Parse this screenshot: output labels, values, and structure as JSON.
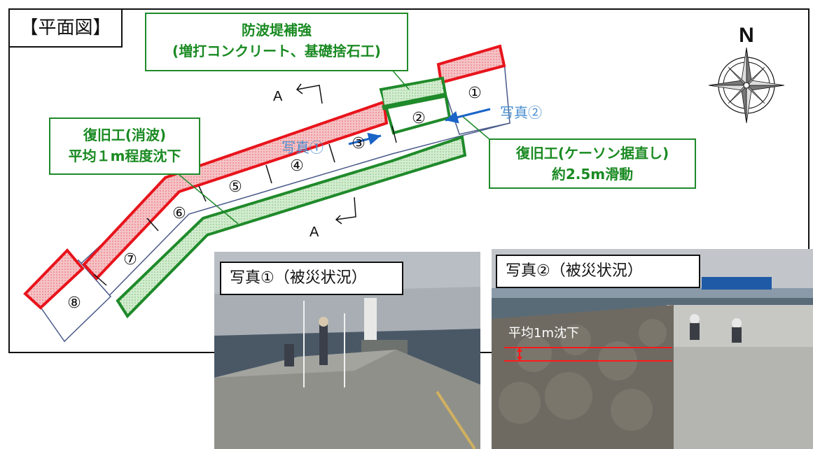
{
  "plan": {
    "title": "【平面図】",
    "north_label": "N",
    "section_labels": [
      "A",
      "A"
    ],
    "caisson_numbers": [
      "①",
      "②",
      "③",
      "④",
      "⑤",
      "⑥",
      "⑦",
      "⑧"
    ]
  },
  "callouts": {
    "breakwater_reinforcement": {
      "line1": "防波堤補強",
      "line2": "(増打コンクリート、基礎捨石工)"
    },
    "restoration_wave": {
      "line1": "復旧工(消波)",
      "line2": "平均１m程度沈下"
    },
    "restoration_caisson": {
      "line1": "復旧工(ケーソン据直し)",
      "line2": "約2.5m滑動"
    }
  },
  "photo_markers": {
    "photo1": "写真①",
    "photo2": "写真②"
  },
  "photos": {
    "photo1_caption": "写真①（被災状況）",
    "photo2_caption": "写真②（被災状況）",
    "photo2_annotation": "平均1m沈下"
  },
  "colors": {
    "red_zone": "#e8141c",
    "green_zone": "#1f8a2a",
    "caisson_outline": "#4a5a8a",
    "photo_marker": "#4a8fd0"
  }
}
